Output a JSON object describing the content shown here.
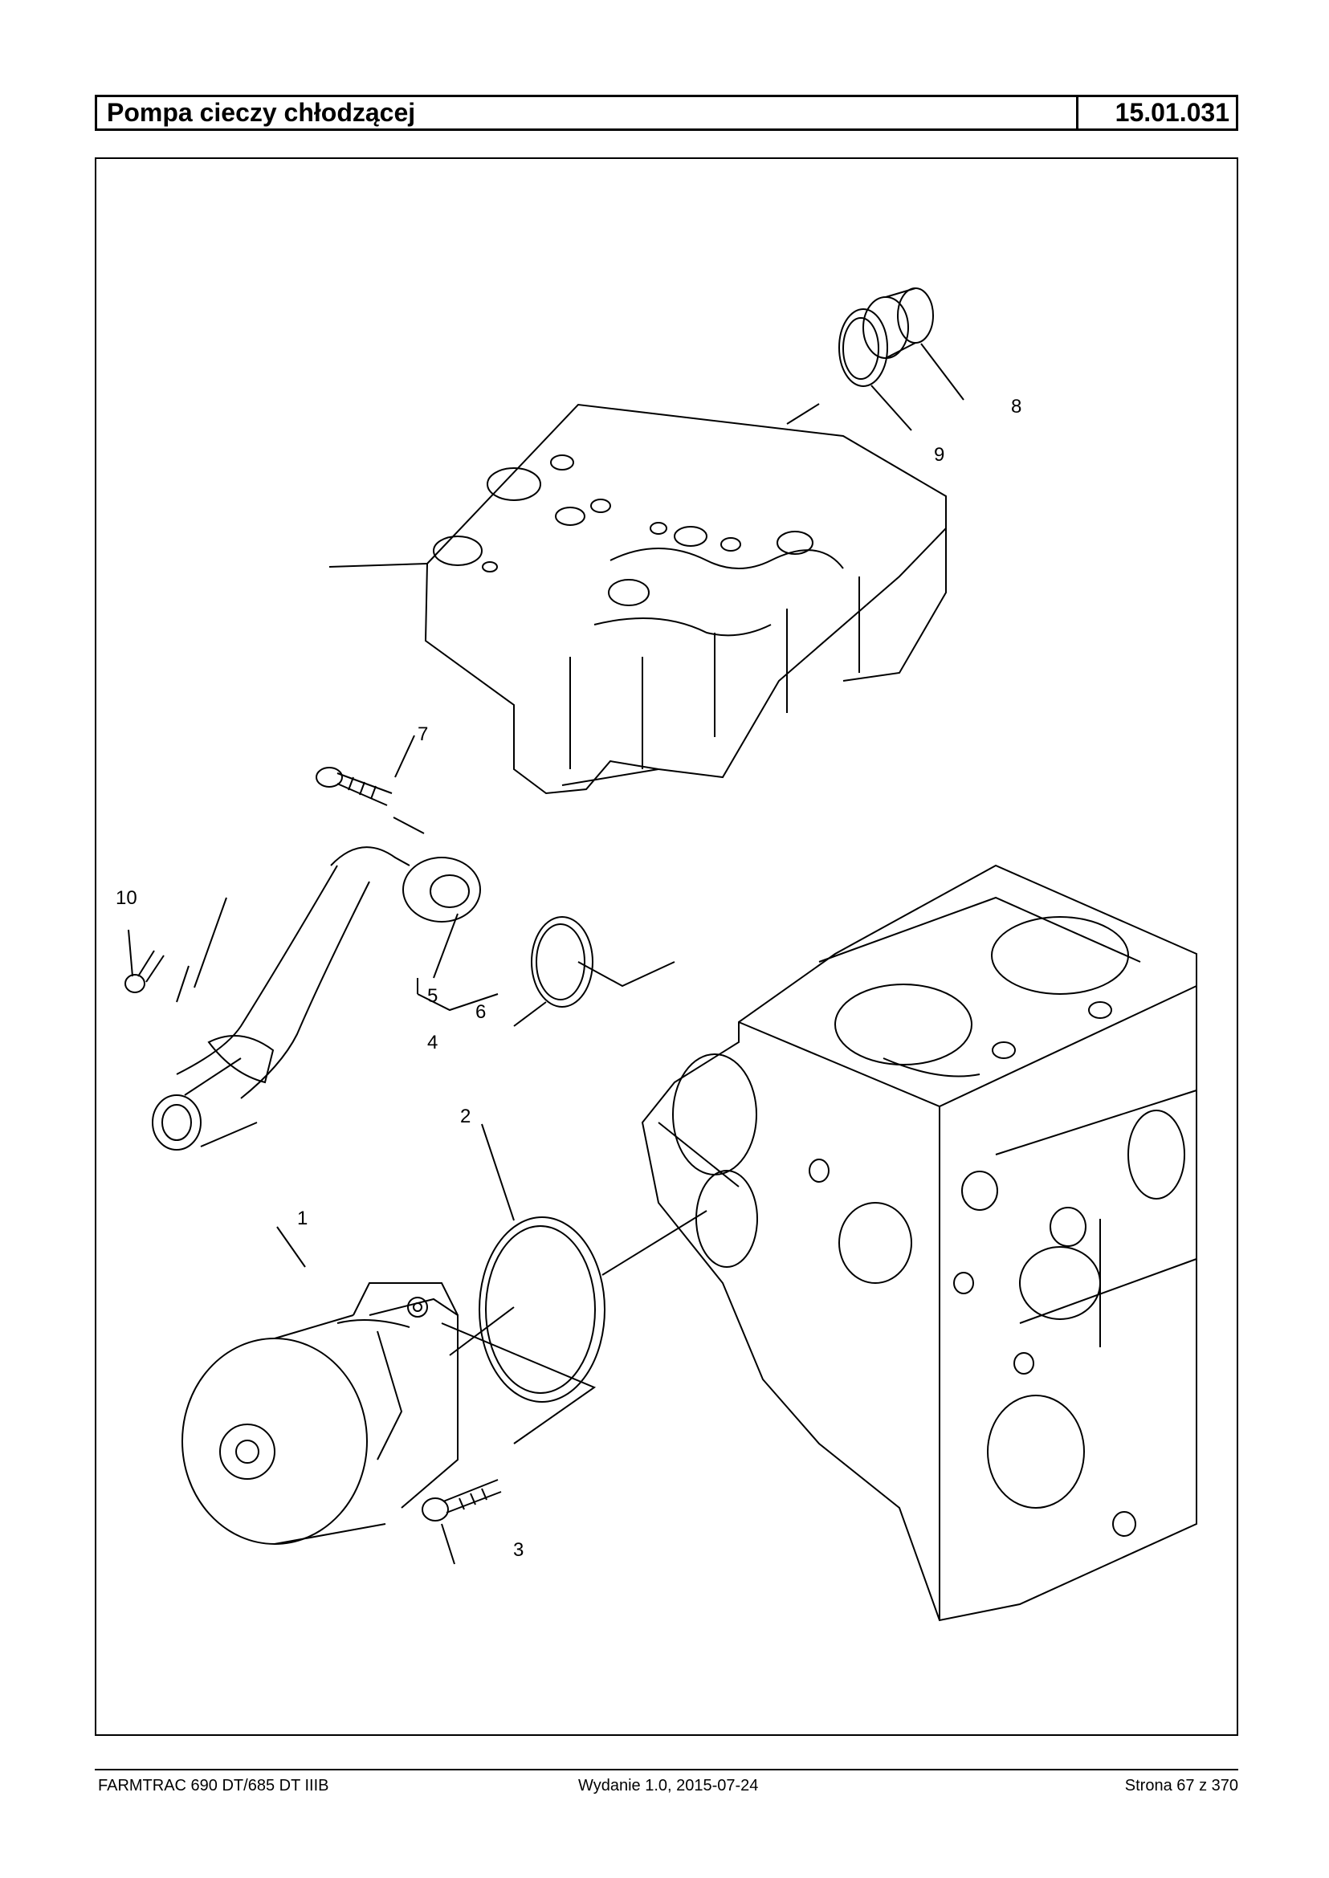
{
  "header": {
    "title": "Pompa cieczy chłodzącej",
    "code": "15.01.031"
  },
  "callouts": {
    "c1": "1",
    "c2": "2",
    "c3": "3",
    "c4": "4",
    "c5": "5",
    "c6": "6",
    "c7": "7",
    "c8": "8",
    "c9": "9",
    "c10": "10"
  },
  "footer": {
    "model": "FARMTRAC 690 DT/685 DT IIIB",
    "edition": "Wydanie 1.0,  2015-07-24",
    "page": "Strona 67 z 370"
  }
}
